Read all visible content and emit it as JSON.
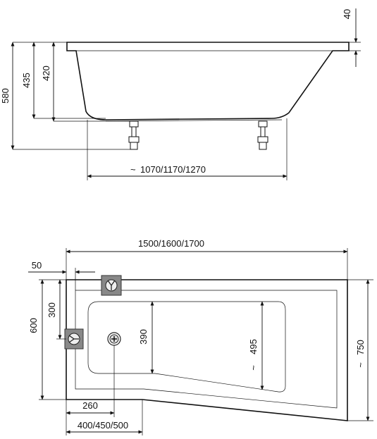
{
  "side_view": {
    "dimensions": {
      "rim_height": "40",
      "total_height": "580",
      "height_435": "435",
      "height_420": "420",
      "bottom_length": "1070/1170/1270"
    },
    "approx_symbol": "~"
  },
  "top_view": {
    "dimensions": {
      "total_length": "1500/1600/1700",
      "offset_50": "50",
      "height_600": "600",
      "height_300": "300",
      "width_390": "390",
      "width_495": "495",
      "width_750": "750",
      "length_260": "260",
      "length_bottom": "400/450/500"
    },
    "approx_symbol": "~"
  }
}
